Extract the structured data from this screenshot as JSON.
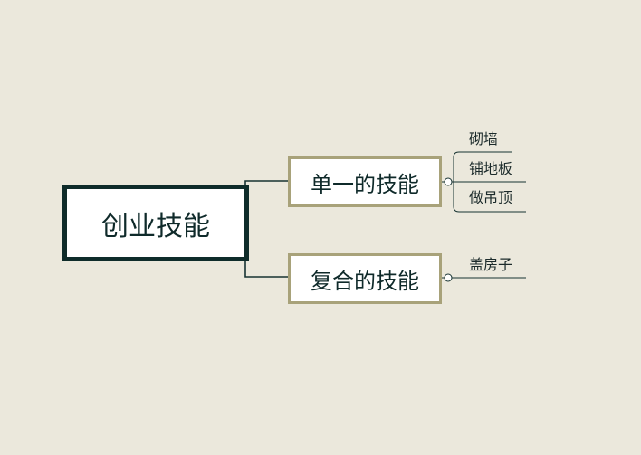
{
  "root": {
    "label": "创业技能"
  },
  "branches": [
    {
      "label": "单一的技能",
      "children": [
        "砌墙",
        "铺地板",
        "做吊顶"
      ]
    },
    {
      "label": "复合的技能",
      "children": [
        "盖房子"
      ]
    }
  ],
  "colors": {
    "background": "#ebe8dc",
    "root_border": "#0f2c2a",
    "branch_border": "#a8a27a",
    "connector": "#173332",
    "node_fill": "#ffffff"
  }
}
